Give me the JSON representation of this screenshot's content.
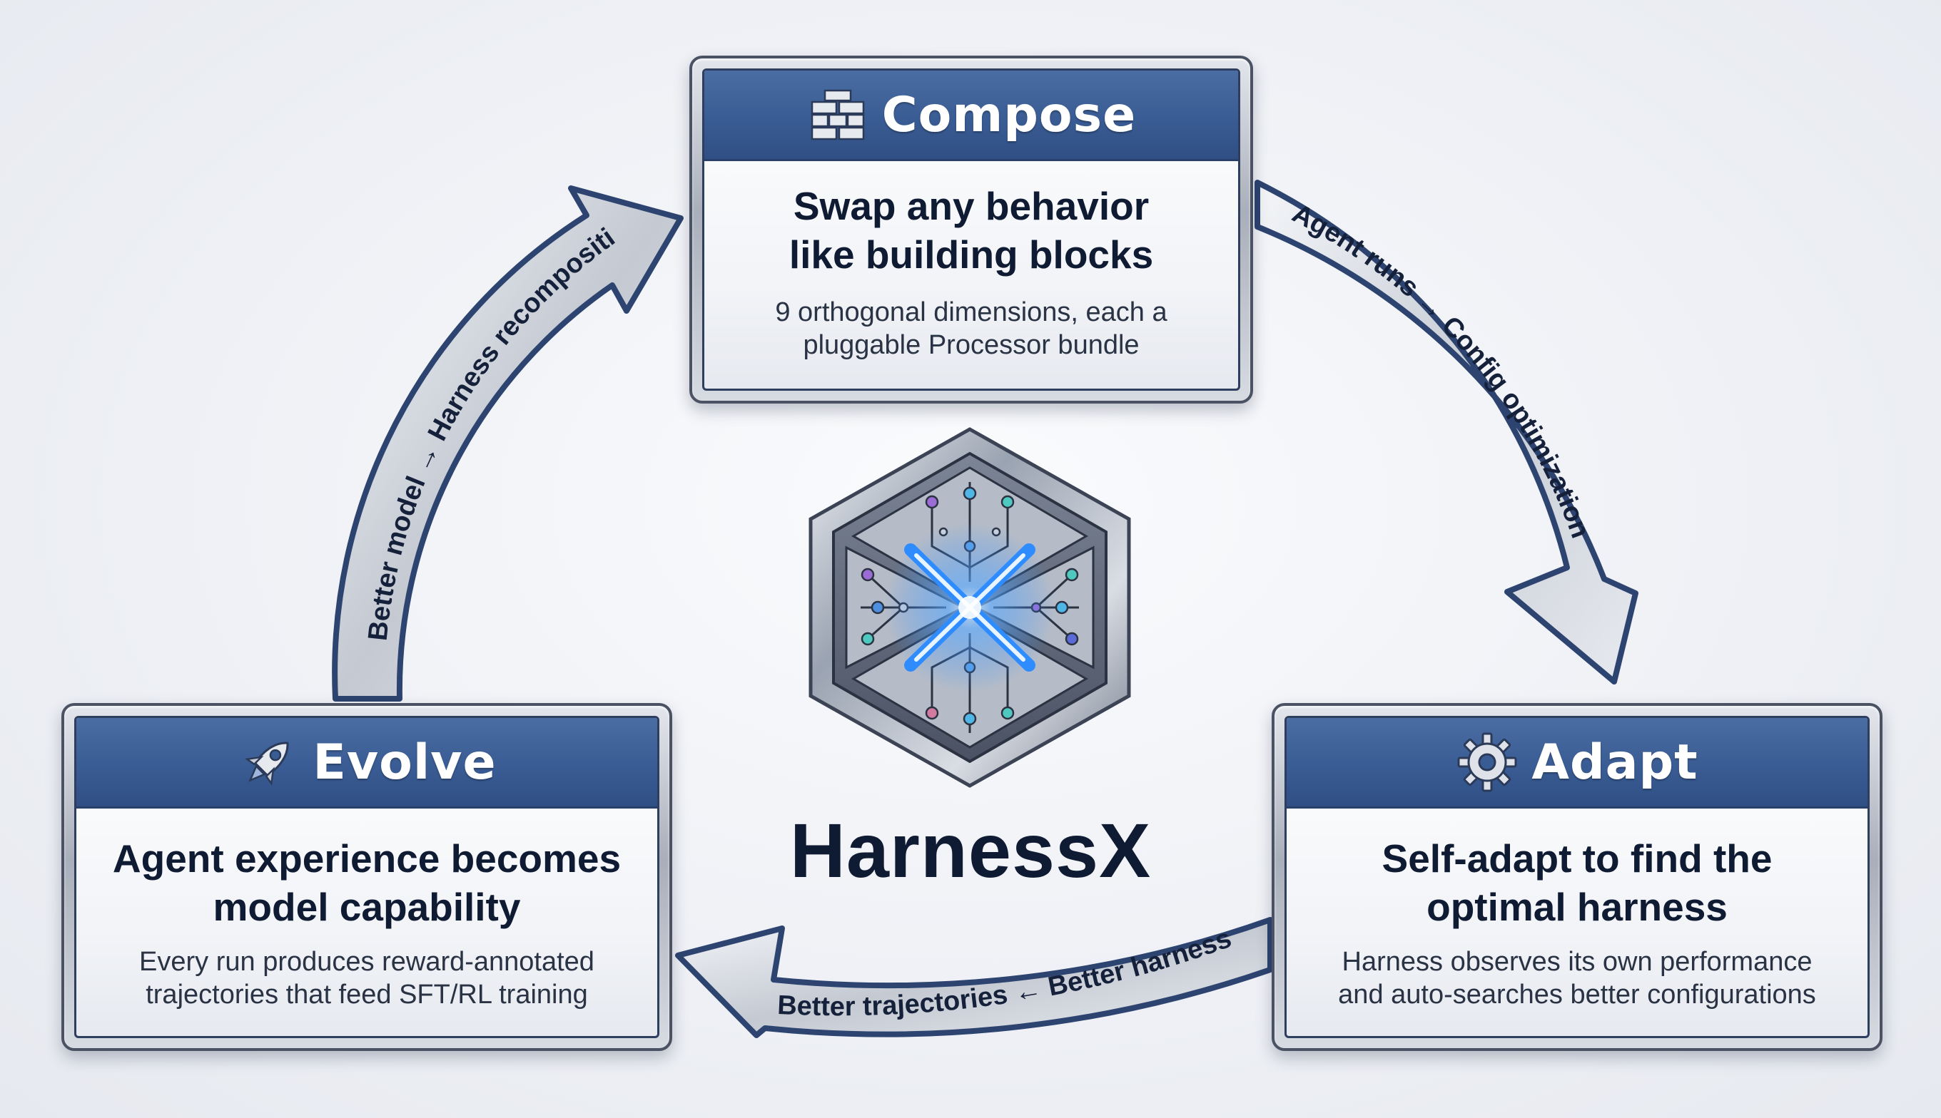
{
  "center": {
    "brand": "HarnessX"
  },
  "cards": {
    "compose": {
      "title": "Compose",
      "icon": "building-blocks-icon",
      "heading": "Swap any behavior\nlike building blocks",
      "description": "9 orthogonal dimensions, each a\npluggable Processor bundle"
    },
    "evolve": {
      "title": "Evolve",
      "icon": "rocket-icon",
      "heading": "Agent experience becomes\nmodel capability",
      "description": "Every run produces reward-annotated\ntrajectories that feed SFT/RL training"
    },
    "adapt": {
      "title": "Adapt",
      "icon": "gear-icon",
      "heading": "Self-adapt to find the\noptimal harness",
      "description": "Harness observes its own performance\nand auto-searches better configurations"
    }
  },
  "arrows": {
    "compose_to_adapt": "Agent runs → Config optimization",
    "adapt_to_evolve": "Better trajectories ← Better harness",
    "evolve_to_compose": "Better model → Harness recomposition"
  },
  "colors": {
    "header_blue": "#3a5c94",
    "text_navy": "#0f1b33",
    "arrow_border": "#2d4470",
    "glow_blue": "#2f8cff"
  }
}
